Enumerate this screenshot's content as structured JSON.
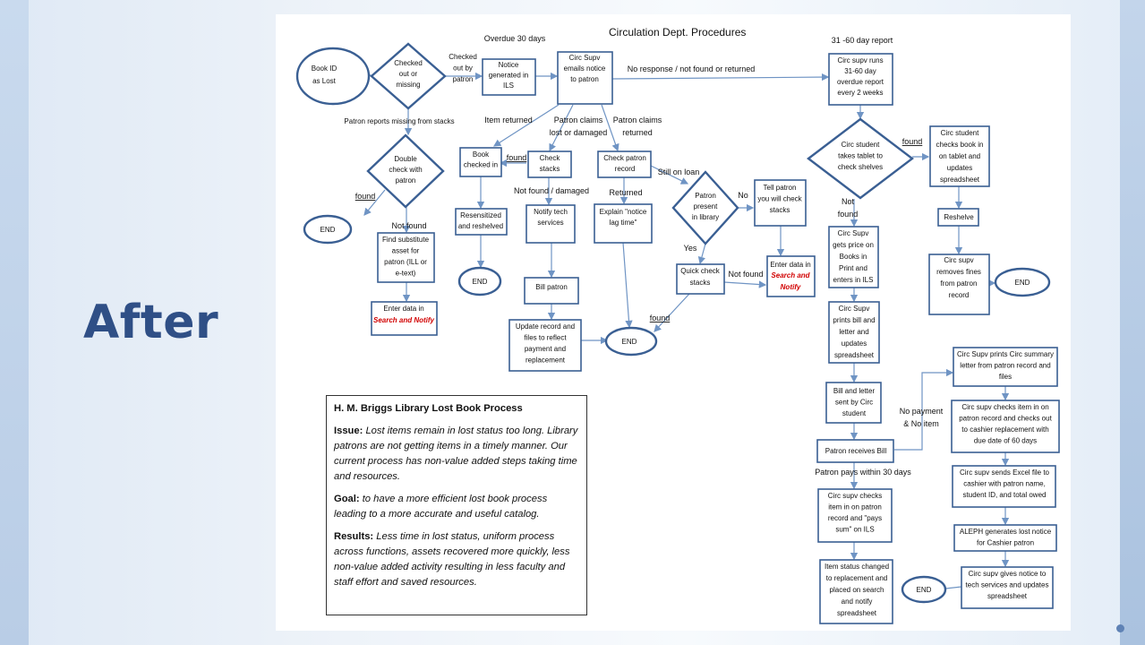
{
  "slide": {
    "title": "After"
  },
  "diagram": {
    "title": "Circulation Dept. Procedures",
    "nodes": {
      "book_id": "Book ID|as Lost",
      "checked_out": "Checked|out or|missing",
      "notice": "Notice|generated in|ILS",
      "circ_supv_emails": "Circ Supv|emails notice|to patron",
      "runs_report": "Circ supv runs|31-60 day|overdue report|every 2 weeks",
      "double_check": "Double|check with|patron",
      "end1": "END",
      "find_sub": "Find substitute|asset for|patron (ILL or|e-text)",
      "enter_data1_a": "Enter data in",
      "enter_data1_b": "Search and Notify",
      "book_checked_in": "Book|checked in",
      "resensitized": "Resensitized|and reshelved",
      "end2": "END",
      "check_stacks": "Check|stacks",
      "notify_tech": "Notify tech|services",
      "bill_patron": "Bill patron",
      "update_record": "Update record and|files to reflect|payment and|replacement",
      "end3": "END",
      "check_patron_record": "Check patron|record",
      "explain": "Explain \"notice|lag time\"",
      "patron_present": "Patron|present|in library",
      "tell_patron": "Tell patron|you will check|stacks",
      "quick_check": "Quick check|stacks",
      "enter_data2_a": "Enter data in",
      "enter_data2_b": "Search and|Notify",
      "student_tablet": "Circ student|takes tablet to|check shelves",
      "student_checks_book": "Circ student|checks book in|on tablet and|updates|spreadsheet",
      "reshelve": "Reshelve",
      "removes_fines": "Circ supv|removes fines|from patron|record",
      "end4": "END",
      "gets_price": "Circ Supv|gets price on|Books in|Print and|enters in ILS",
      "prints_bill": "Circ Supv|prints bill and|letter and|updates|spreadsheet",
      "bill_sent": "Bill and letter|sent by Circ|student",
      "patron_receives": "Patron receives Bill",
      "checks_item_ils": "Circ supv checks|item in on patron|record and \"pays|sum\" on ILS",
      "item_status": "Item status changed|to replacement and|placed on search|and notify|spreadsheet",
      "end5": "END",
      "prints_summary": "Circ Supv prints Circ summary|letter from patron record and|files",
      "checks_out_cashier": "Circ supv checks item in on|patron record and checks out|to cashier replacement with|due date of 60 days",
      "sends_excel": "Circ supv sends Excel file to|cashier with patron name,|student ID, and total owed",
      "aleph": "ALEPH generates lost notice|for Cashier patron",
      "gives_notice": "Circ supv gives notice to|tech services and updates|spreadsheet"
    },
    "labels": {
      "overdue30": "Overdue 30 days",
      "report3160": "31 -60 day report",
      "checked_out_by": "Checked|out by|patron",
      "no_response": "No response / not found or returned",
      "patron_reports": "Patron reports missing from stacks",
      "item_returned": "Item returned",
      "claims_lost": "Patron claims|lost or damaged",
      "claims_returned": "Patron claims|returned",
      "found1": "found",
      "found2": "found",
      "found3": "found",
      "found4": "found",
      "not_found1": "Not found",
      "not_found_damaged": "Not found / damaged",
      "returned": "Returned",
      "still_on_loan": "Still on loan",
      "no": "No",
      "yes": "Yes",
      "not_found2": "Not found",
      "not_found3": "Not|found",
      "no_payment": "No payment|& No item",
      "patron_pays": "Patron pays within 30 days"
    }
  },
  "info": {
    "heading": "H. M. Briggs Library Lost Book Process",
    "issue_label": "Issue:",
    "issue_text": "Lost items remain in lost status too long. Library patrons are not getting items in a timely manner.  Our current process has non-value added steps taking time and resources.",
    "goal_label": "Goal:",
    "goal_text": "to have a more efficient lost book process leading to a more accurate and useful catalog.",
    "results_label": "Results:",
    "results_text": "Less time in lost status, uniform process across functions, assets recovered more quickly, less non-value added activity resulting in less faculty and staff effort and saved resources."
  }
}
